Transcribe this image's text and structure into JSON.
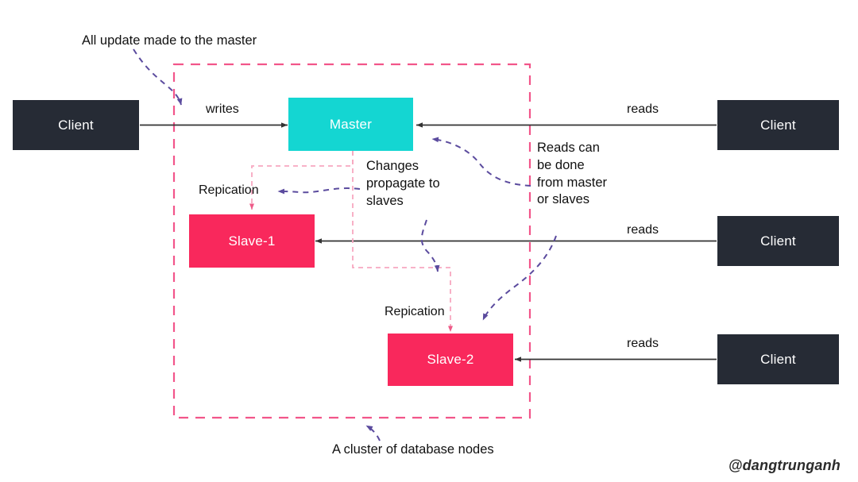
{
  "diagram": {
    "title_annotation": "All update made to the master",
    "cluster_caption": "A cluster of database nodes",
    "reads_note": "Reads can be done from master or slaves",
    "changes_note": "Changes propagate to slaves",
    "watermark": "@dangtrunganh",
    "colors": {
      "client": "#262b35",
      "master": "#14d6d2",
      "slave": "#f9285c",
      "cluster_border": "#f2558a",
      "replication_path": "#f7a8c0",
      "annotation_arrow": "#5b4b9e",
      "solid_arrow": "#333333",
      "background": "#ffffff"
    },
    "nodes": [
      {
        "id": "client-write",
        "label": "Client",
        "type": "client"
      },
      {
        "id": "master",
        "label": "Master",
        "type": "master"
      },
      {
        "id": "slave-1",
        "label": "Slave-1",
        "type": "slave"
      },
      {
        "id": "slave-2",
        "label": "Slave-2",
        "type": "slave"
      },
      {
        "id": "client-read-1",
        "label": "Client",
        "type": "client"
      },
      {
        "id": "client-read-2",
        "label": "Client",
        "type": "client"
      },
      {
        "id": "client-read-3",
        "label": "Client",
        "type": "client"
      }
    ],
    "edge_labels": {
      "writes": "writes",
      "reads_1": "reads",
      "reads_2": "reads",
      "reads_3": "reads",
      "replication_1": "Repication",
      "replication_2": "Repication"
    }
  }
}
